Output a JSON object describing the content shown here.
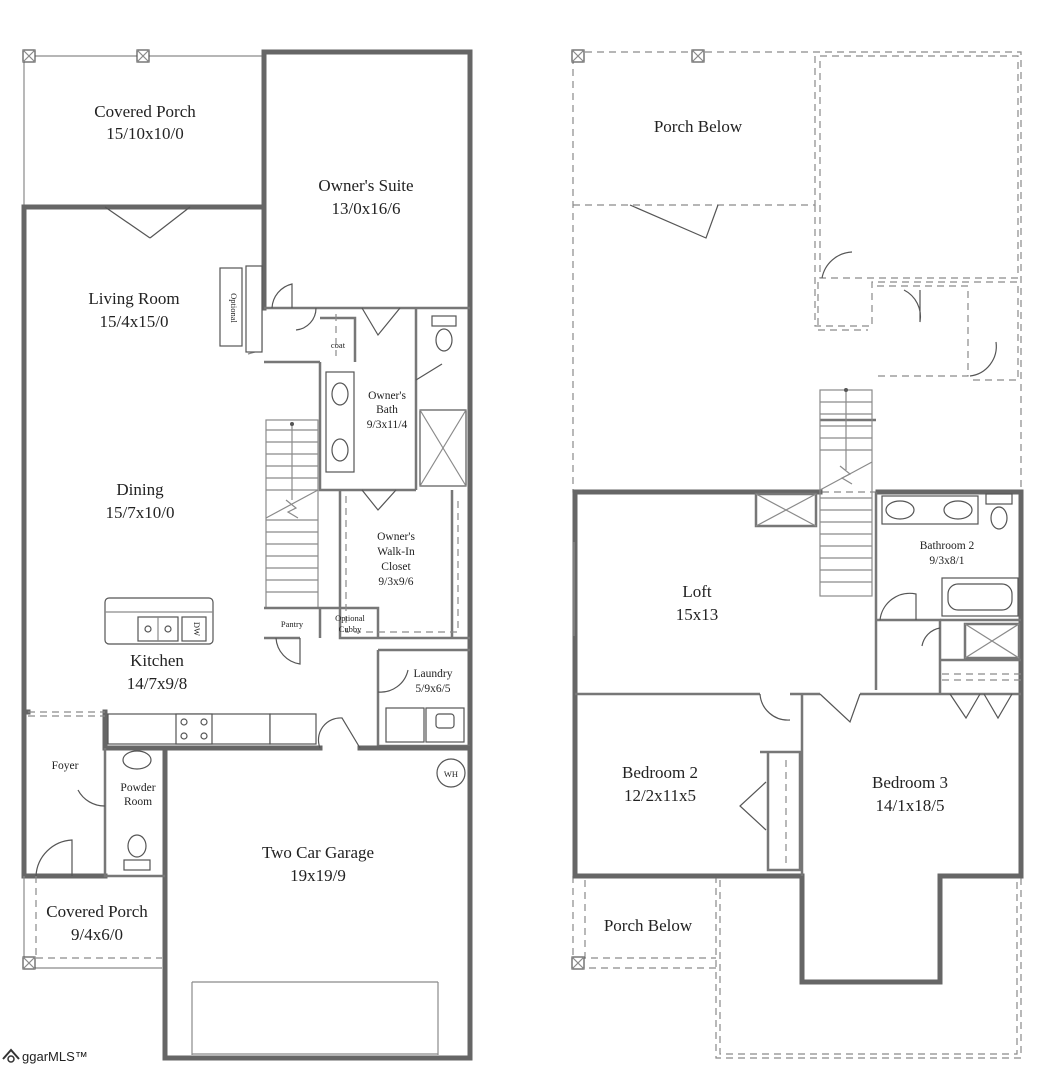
{
  "floor1": {
    "covered_porch_rear": {
      "name": "Covered Porch",
      "dims": "15/10x10/0"
    },
    "owners_suite": {
      "name": "Owner's Suite",
      "dims": "13/0x16/6"
    },
    "living_room": {
      "name": "Living Room",
      "dims": "15/4x15/0"
    },
    "optional": "Optional",
    "coat": "coat",
    "owners_bath": {
      "name_line1": "Owner's",
      "name_line2": "Bath",
      "dims": "9/3x11/4"
    },
    "dining": {
      "name": "Dining",
      "dims": "15/7x10/0"
    },
    "owners_closet": {
      "name_line1": "Owner's",
      "name_line2": "Walk-In",
      "name_line3": "Closet",
      "dims": "9/3x9/6"
    },
    "pantry": "Pantry",
    "optional_cubby": {
      "line1": "Optional",
      "line2": "Cubby"
    },
    "dw": "DW",
    "kitchen": {
      "name": "Kitchen",
      "dims": "14/7x9/8"
    },
    "laundry": {
      "name": "Laundry",
      "dims": "5/9x6/5"
    },
    "foyer": "Foyer",
    "powder_room": {
      "line1": "Powder",
      "line2": "Room"
    },
    "wh": "WH",
    "garage": {
      "name": "Two Car Garage",
      "dims": "19x19/9"
    },
    "covered_porch_front": {
      "name": "Covered Porch",
      "dims": "9/4x6/0"
    }
  },
  "floor2": {
    "porch_below_rear": "Porch Below",
    "loft": {
      "name": "Loft",
      "dims": "15x13"
    },
    "bathroom2": {
      "name": "Bathroom 2",
      "dims": "9/3x8/1"
    },
    "bedroom2": {
      "name": "Bedroom 2",
      "dims": "12/2x11x5"
    },
    "bedroom3": {
      "name": "Bedroom 3",
      "dims": "14/1x18/5"
    },
    "porch_below_front": "Porch Below"
  },
  "logo": {
    "text": "ggarMLS™"
  }
}
